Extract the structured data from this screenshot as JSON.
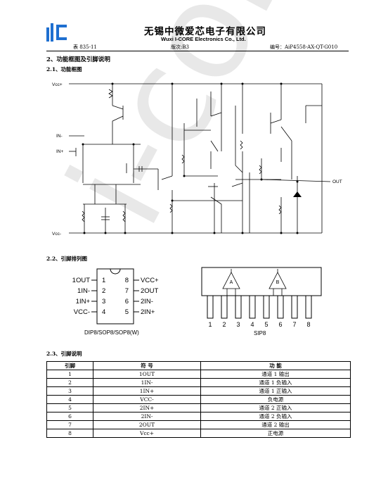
{
  "header": {
    "company_cn": "无锡中微爱芯电子有限公司",
    "company_en": "Wuxi I-CORE Electronics Co., Ltd.",
    "form_no": "表 835-11",
    "version": "版次:B3",
    "doc_no": "编号：AiP4558-AX-QT-G010",
    "logo_color": "#1e6fd0"
  },
  "watermark": "i-core",
  "sections": {
    "s2": "2、功能框图及引脚说明",
    "s21": "2.1、功能框图",
    "s22": "2.2、引脚排列图",
    "s23": "2.3、引脚说明"
  },
  "schematic": {
    "vcc_plus": "Vcc+",
    "vcc_minus": "Vcc-",
    "in_minus": "IN-",
    "in_plus": "IN+",
    "out": "OUT"
  },
  "dip": {
    "left_pins": [
      {
        "num": "1",
        "name": "1OUT"
      },
      {
        "num": "2",
        "name": "1IN-"
      },
      {
        "num": "3",
        "name": "1IN+"
      },
      {
        "num": "4",
        "name": "VCC-"
      }
    ],
    "right_pins": [
      {
        "num": "8",
        "name": "VCC+"
      },
      {
        "num": "7",
        "name": "2OUT"
      },
      {
        "num": "6",
        "name": "2IN-"
      },
      {
        "num": "5",
        "name": "2IN+"
      }
    ],
    "caption": "DIP8/SOP8/SOP8(W)"
  },
  "sip": {
    "amp_a": "A",
    "amp_b": "B",
    "pins": [
      "1",
      "2",
      "3",
      "4",
      "5",
      "6",
      "7",
      "8"
    ],
    "caption": "SIP8"
  },
  "pin_table": {
    "headers": [
      "引脚",
      "符  号",
      "功  能"
    ],
    "rows": [
      [
        "1",
        "1OUT",
        "通道 1 输出"
      ],
      [
        "2",
        "1IN-",
        "通道 1 负输入"
      ],
      [
        "3",
        "1IN+",
        "通道 1 正输入"
      ],
      [
        "4",
        "VCC-",
        "负电源"
      ],
      [
        "5",
        "2IN+",
        "通道 2 正输入"
      ],
      [
        "6",
        "2IN-",
        "通道 2 负输入"
      ],
      [
        "7",
        "2OUT",
        "通道 2 输出"
      ],
      [
        "8",
        "Vcc+",
        "正电源"
      ]
    ]
  }
}
